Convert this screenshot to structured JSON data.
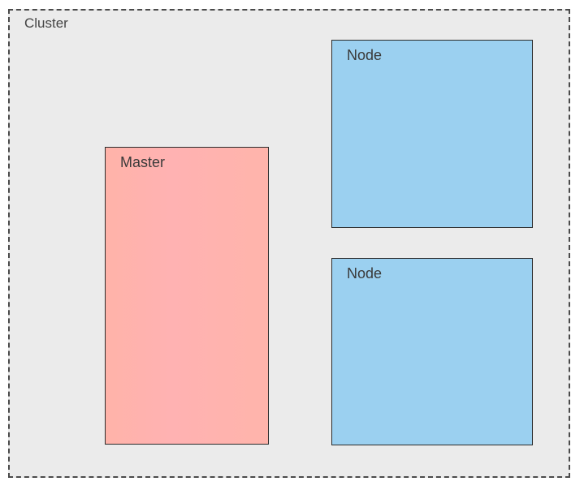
{
  "cluster": {
    "label": "Cluster"
  },
  "master": {
    "label": "Master"
  },
  "nodes": [
    {
      "label": "Node"
    },
    {
      "label": "Node"
    }
  ],
  "colors": {
    "cluster_background": "#ebebeb",
    "cluster_border": "#4a4a4a",
    "master_fill": "#ffb3ab",
    "node_fill": "#9bd0f0",
    "box_border": "#2b2b2b"
  }
}
